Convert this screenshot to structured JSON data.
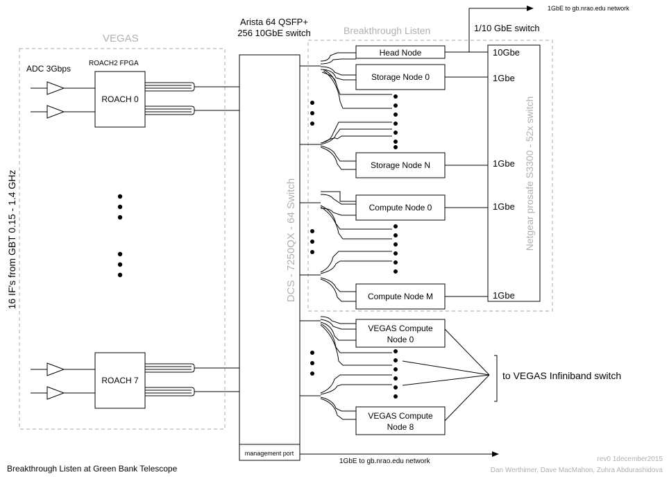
{
  "vegas": {
    "title": "VEGAS",
    "adc_label": "ADC 3Gbps",
    "fpga_label": "ROACH2 FPGA",
    "roach_top": "ROACH 0",
    "roach_bottom": "ROACH 7",
    "if_label": "16 IF's from GBT 0.15 - 1.4 GHz"
  },
  "arista": {
    "title_line1": "Arista 64 QSFP+",
    "title_line2": "256 10GbE switch",
    "switch_label": "DCS - 7250QX - 64 Switch",
    "mgmt_port": "management port",
    "mgmt_network": "1GbE to gb.nrao.edu network"
  },
  "bl": {
    "title": "Breakthrough Listen",
    "switch_title": "1/10 GbE switch",
    "switch_label": "Netgear prosafe S3300 - 52x switch",
    "top_network": "1GbE to gb.nrao.edu network",
    "nodes": [
      {
        "label": "Head Node",
        "speed": "10Gbe"
      },
      {
        "label": "Storage Node 0",
        "speed": "1Gbe"
      },
      {
        "label": "Storage Node N",
        "speed": "1Gbe"
      },
      {
        "label": "Compute Node 0",
        "speed": "1Gbe"
      },
      {
        "label": "Compute Node M",
        "speed": "1Gbe"
      }
    ]
  },
  "vegas_compute": {
    "node0_line1": "VEGAS Compute",
    "node0_line2": "Node 0",
    "node8_line1": "VEGAS Compute",
    "node8_line2": "Node 8",
    "infiniband": "to VEGAS Infiniband switch"
  },
  "footer": {
    "title": "Breakthrough Listen at Green Bank Telescope",
    "rev": "rev0 1december2015",
    "authors": "Dan Werthimer, Dave MacMahon, Zuhra Abdurashidova"
  }
}
